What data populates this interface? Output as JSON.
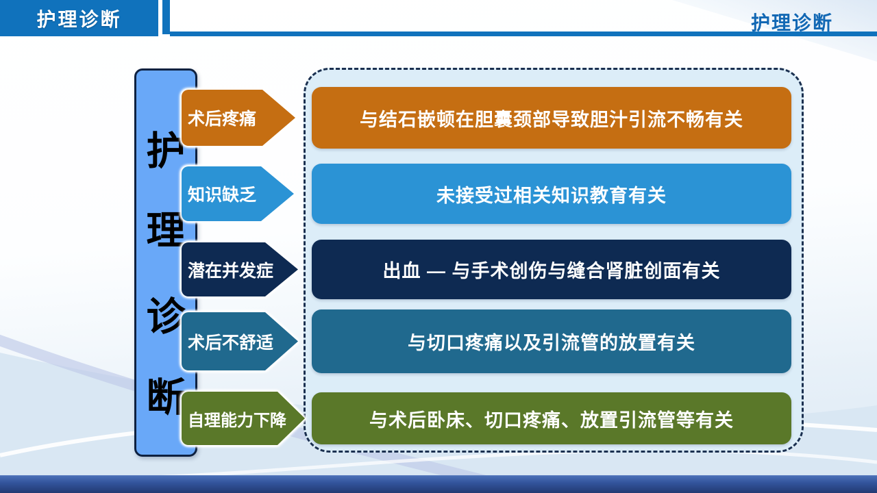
{
  "header": {
    "left_title": "护理诊断",
    "right_title": "护理诊断",
    "accent_color": "#1072BC"
  },
  "sidebar": {
    "text": "护理诊断",
    "chars": [
      "护",
      "理",
      "诊",
      "断"
    ],
    "bg_color": "#69A8F8"
  },
  "panel": {
    "bg_color": "#DCEDF8",
    "border_color": "#1B3050"
  },
  "rows": [
    {
      "label": "术后疼痛",
      "text": "与结石嵌顿在胆囊颈部导致胆汁引流不畅有关",
      "color": "#C56E12"
    },
    {
      "label": "知识缺乏",
      "text": "未接受过相关知识教育有关",
      "color": "#2B93D5"
    },
    {
      "label": "潜在并发症",
      "text": "出血 —  与手术创伤与缝合肾脏创面有关",
      "color": "#0E2A52"
    },
    {
      "label": "术后不舒适",
      "text": "与切口疼痛以及引流管的放置有关",
      "color": "#20698E"
    },
    {
      "label": "自理能力下降",
      "text": "与术后卧床、切口疼痛、放置引流管等有关",
      "color": "#5A7829"
    }
  ]
}
